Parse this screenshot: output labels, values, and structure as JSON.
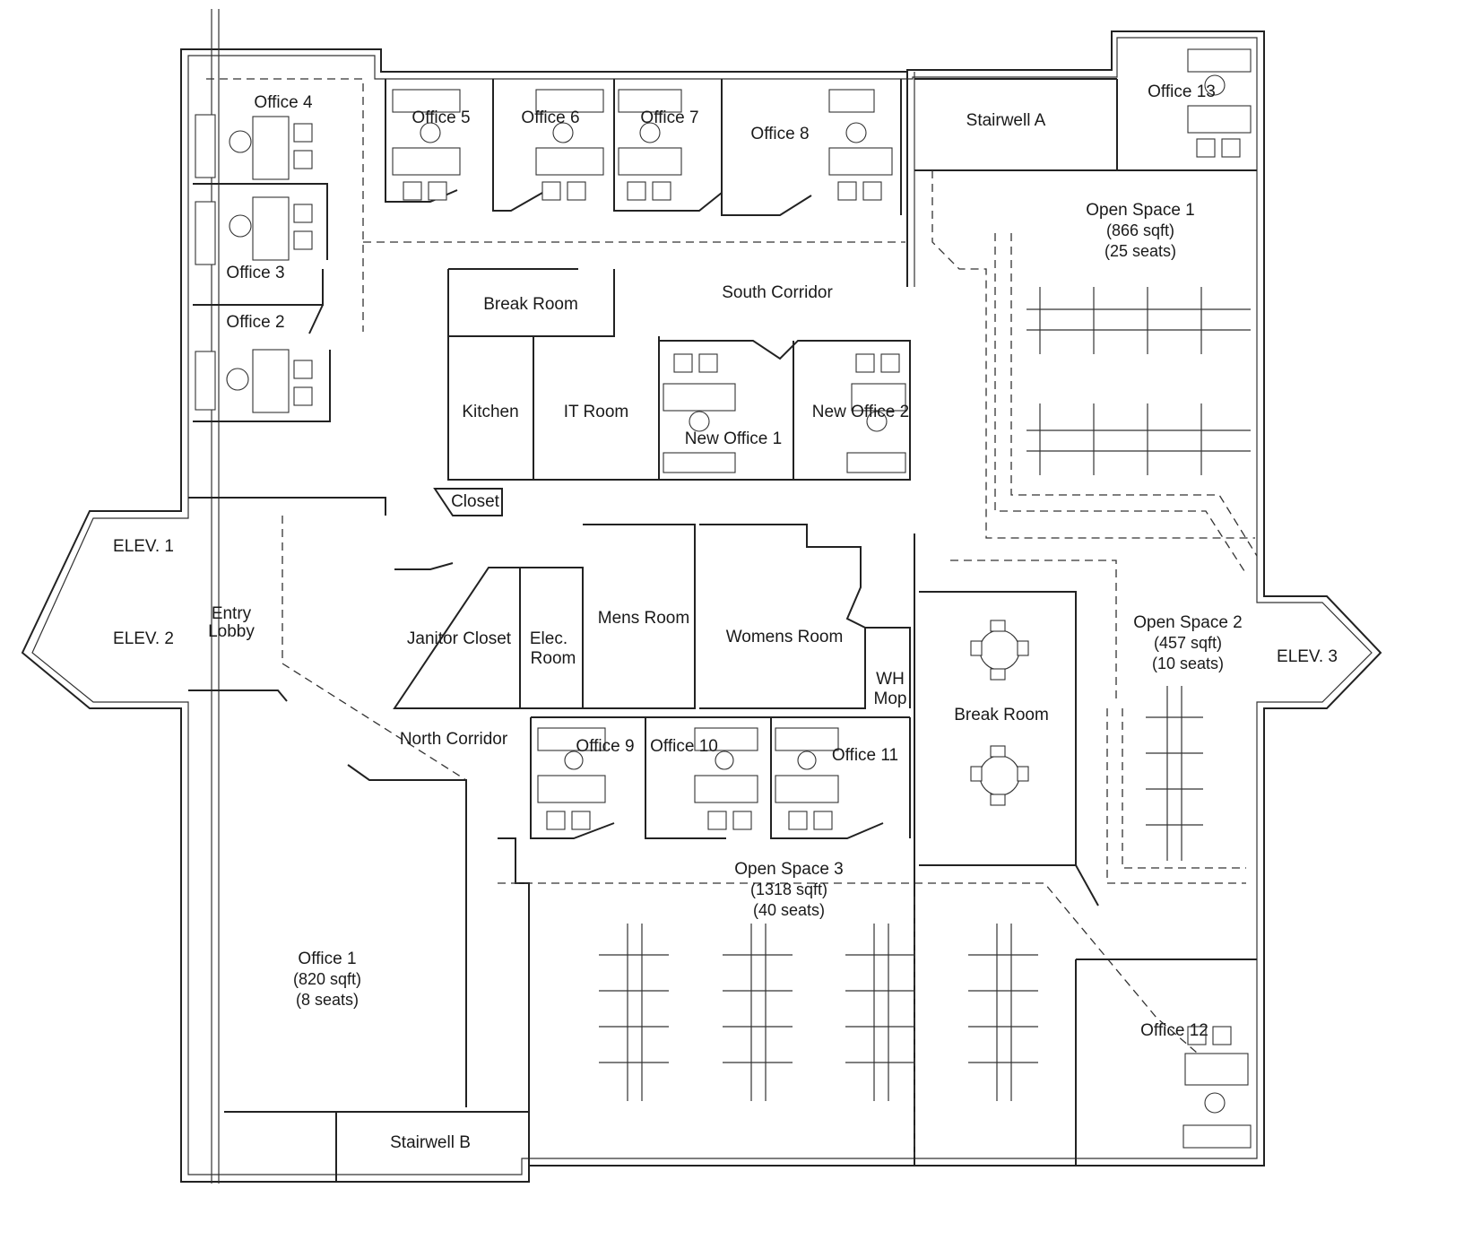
{
  "rooms": {
    "office4": "Office 4",
    "office5": "Office 5",
    "office6": "Office 6",
    "office7": "Office 7",
    "office8": "Office 8",
    "stairwellA": "Stairwell A",
    "office13": "Office 13",
    "office3": "Office 3",
    "office2": "Office 2",
    "breakRoomSouth": "Break Room",
    "southCorridor": "South Corridor",
    "kitchen": "Kitchen",
    "itRoom": "IT Room",
    "newOffice1": "New Office 1",
    "newOffice2": "New Office 2",
    "closet": "Closet",
    "elev1": "ELEV. 1",
    "elev2": "ELEV. 2",
    "entryLobby": "Entry\nLobby",
    "janitorCloset": "Janitor Closet",
    "elecRoom": "Elec.\nRoom",
    "mensRoom": "Mens Room",
    "womensRoom": "Womens Room",
    "whMop": "WH\nMop",
    "breakRoomNorth": "Break Room",
    "northCorridor": "North Corridor",
    "office9": "Office 9",
    "office10": "Office 10",
    "office11": "Office 11",
    "elev3": "ELEV. 3",
    "stairwellB": "Stairwell B",
    "office12": "Office 12"
  },
  "openSpace1": {
    "name": "Open Space 1",
    "area": "(866 sqft)",
    "seats": "(25 seats)"
  },
  "openSpace2": {
    "name": "Open Space 2",
    "area": "(457 sqft)",
    "seats": "(10 seats)"
  },
  "openSpace3": {
    "name": "Open Space 3",
    "area": "(1318 sqft)",
    "seats": "(40 seats)"
  },
  "office1": {
    "name": "Office 1",
    "area": "(820 sqft)",
    "seats": "(8 seats)"
  }
}
